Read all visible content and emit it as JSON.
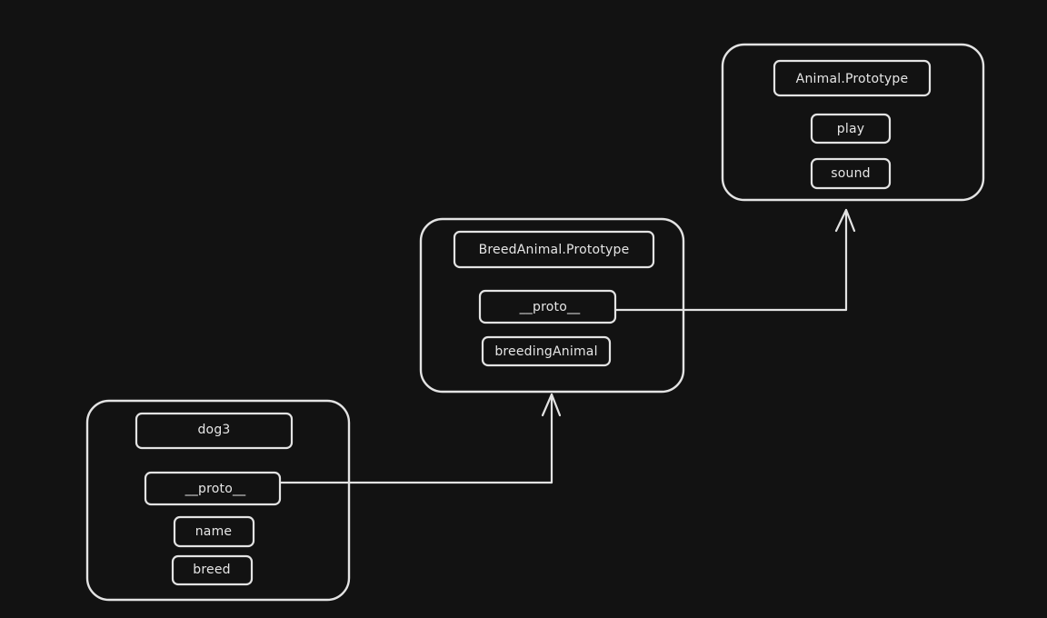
{
  "colors": {
    "background": "#121212",
    "stroke": "#e3e3e3",
    "text": "#e6e6e6"
  },
  "animal_prototype": {
    "title": "Animal.Prototype",
    "methods": [
      "play",
      "sound"
    ]
  },
  "breed_prototype": {
    "title": "BreedAnimal.Prototype",
    "proto_label": "__proto__",
    "methods": [
      "breedingAnimal"
    ]
  },
  "dog3": {
    "title": "dog3",
    "proto_label": "__proto__",
    "fields": [
      "name",
      "breed"
    ]
  }
}
